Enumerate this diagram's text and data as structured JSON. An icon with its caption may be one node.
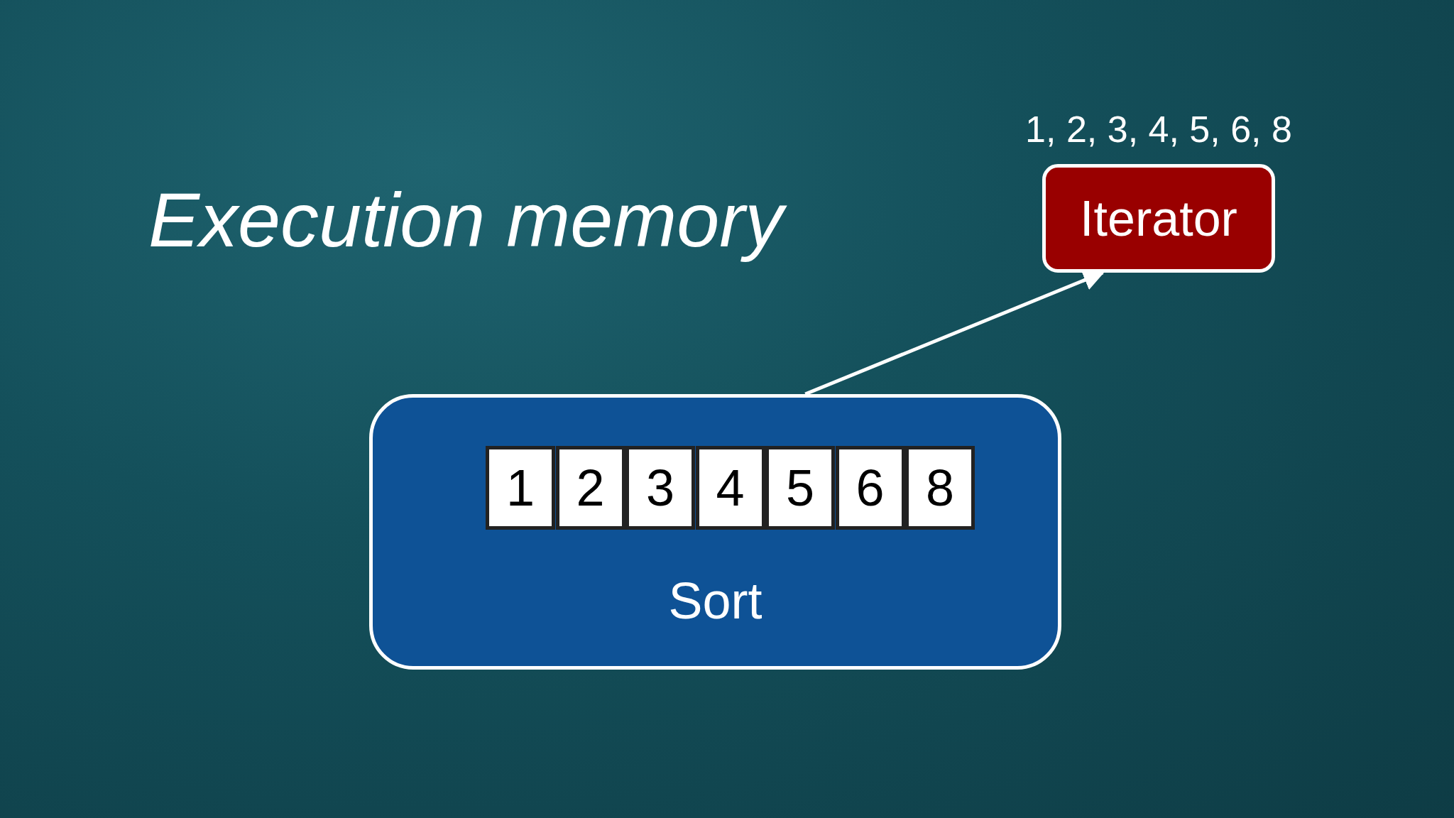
{
  "diagram": {
    "title": "Execution memory",
    "nodes": [
      {
        "text": [
          "Iterator"
        ],
        "beside": [
          "1, 2, 3, 4, 5, 6, 8"
        ]
      },
      {
        "text": [
          "Sort"
        ]
      },
      {
        "text": [
          "1"
        ],
        "in": 1
      },
      {
        "text": [
          "2"
        ],
        "in": 1
      },
      {
        "text": [
          "3"
        ],
        "in": 1
      },
      {
        "text": [
          "4"
        ],
        "in": 1
      },
      {
        "text": [
          "5"
        ],
        "in": 1
      },
      {
        "text": [
          "6"
        ],
        "in": 1
      },
      {
        "text": [
          "8"
        ],
        "in": 1
      }
    ],
    "edges": [
      {
        "from": 1,
        "to": 0,
        "arrow": "to"
      }
    ]
  }
}
